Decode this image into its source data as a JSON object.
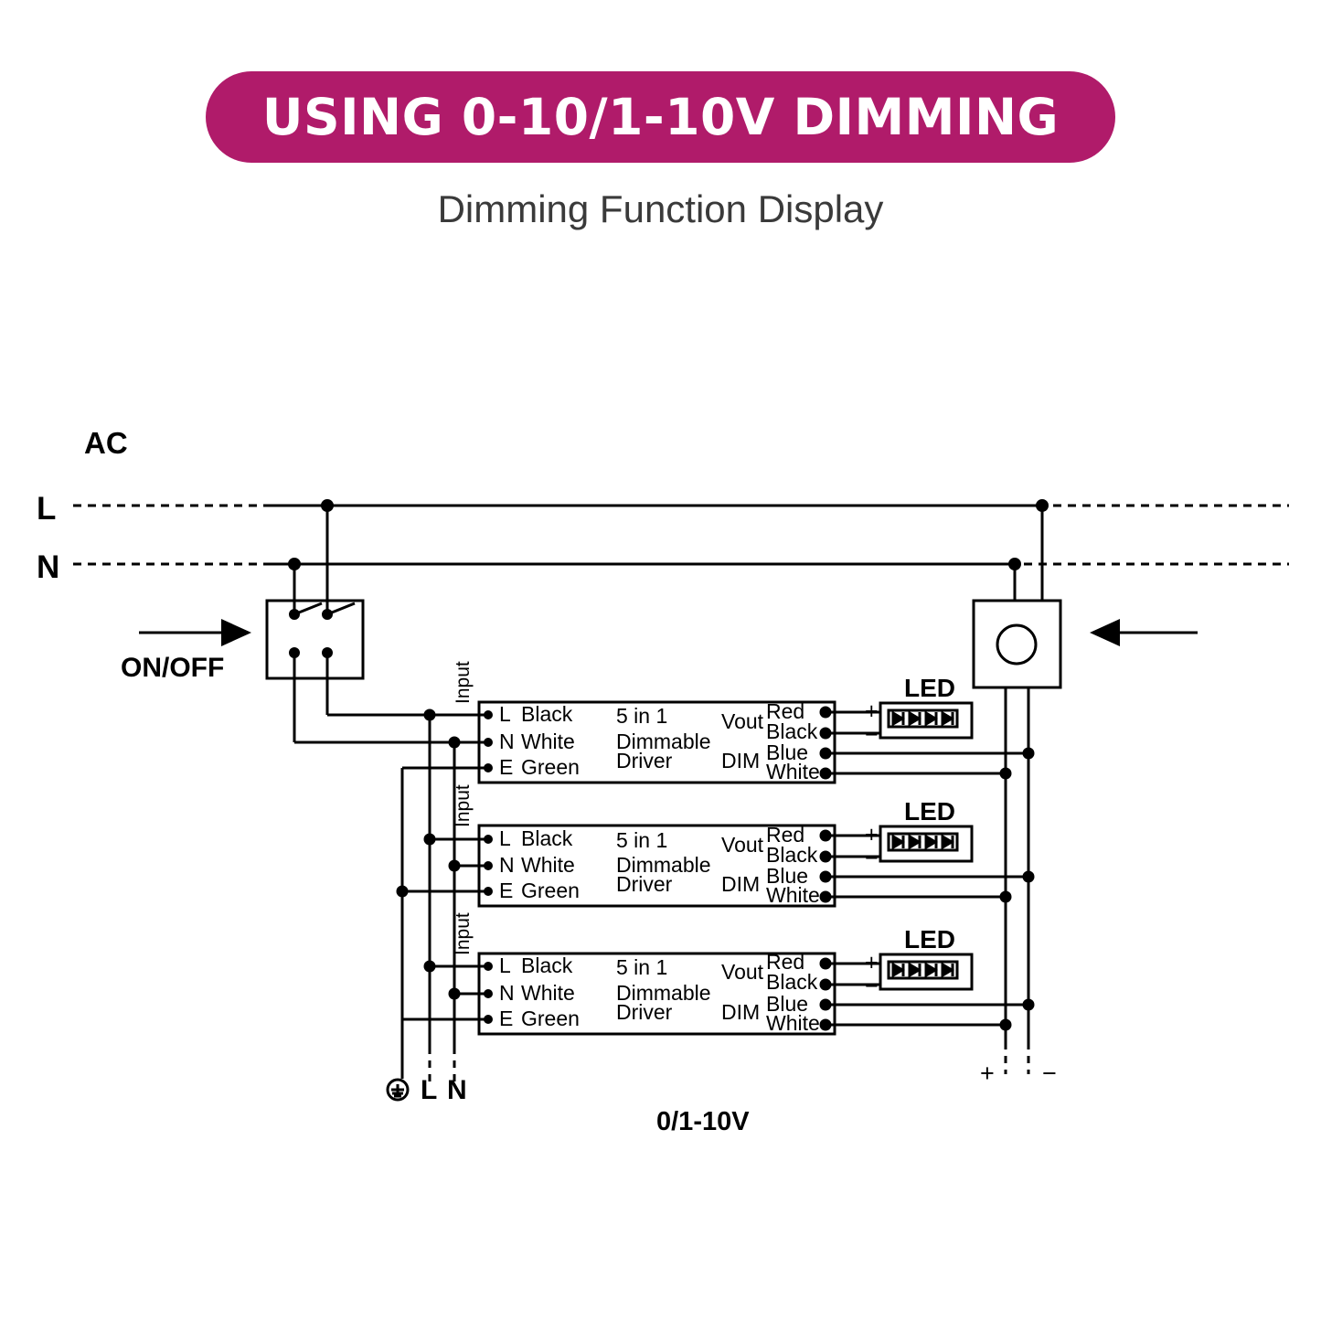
{
  "banner": {
    "title": "USING 0-10/1-10V DIMMING",
    "color": "#b01b6a"
  },
  "subtitle": "Dimming Function Display",
  "diagram": {
    "labels": {
      "ac": "AC",
      "line_l": "L",
      "line_n": "N",
      "onoff": "ON/OFF",
      "bottom_l": "L",
      "bottom_n": "N",
      "dimming_standard": "0/1-10V",
      "plus": "+",
      "minus": "−"
    },
    "drivers": [
      {
        "input_label": "Input",
        "terminals": [
          {
            "code": "L",
            "wire": "Black"
          },
          {
            "code": "N",
            "wire": "White"
          },
          {
            "code": "E",
            "wire": "Green"
          }
        ],
        "name_lines": [
          "5 in 1",
          "Dimmable",
          "Driver"
        ],
        "outputs": [
          {
            "group": "Vout",
            "wires": [
              "Red",
              "Black"
            ],
            "marks": [
              "+",
              "−"
            ]
          },
          {
            "group": "DIM",
            "wires": [
              "Blue",
              "White"
            ],
            "marks": [
              "",
              ""
            ]
          }
        ],
        "led_label": "LED"
      },
      {
        "input_label": "Input",
        "terminals": [
          {
            "code": "L",
            "wire": "Black"
          },
          {
            "code": "N",
            "wire": "White"
          },
          {
            "code": "E",
            "wire": "Green"
          }
        ],
        "name_lines": [
          "5 in 1",
          "Dimmable",
          "Driver"
        ],
        "outputs": [
          {
            "group": "Vout",
            "wires": [
              "Red",
              "Black"
            ],
            "marks": [
              "+",
              "−"
            ]
          },
          {
            "group": "DIM",
            "wires": [
              "Blue",
              "White"
            ],
            "marks": [
              "",
              ""
            ]
          }
        ],
        "led_label": "LED"
      },
      {
        "input_label": "Input",
        "terminals": [
          {
            "code": "L",
            "wire": "Black"
          },
          {
            "code": "N",
            "wire": "White"
          },
          {
            "code": "E",
            "wire": "Green"
          }
        ],
        "name_lines": [
          "5 in 1",
          "Dimmable",
          "Driver"
        ],
        "outputs": [
          {
            "group": "Vout",
            "wires": [
              "Red",
              "Black"
            ],
            "marks": [
              "+",
              "−"
            ]
          },
          {
            "group": "DIM",
            "wires": [
              "Blue",
              "White"
            ],
            "marks": [
              "",
              ""
            ]
          }
        ],
        "led_label": "LED"
      }
    ]
  }
}
